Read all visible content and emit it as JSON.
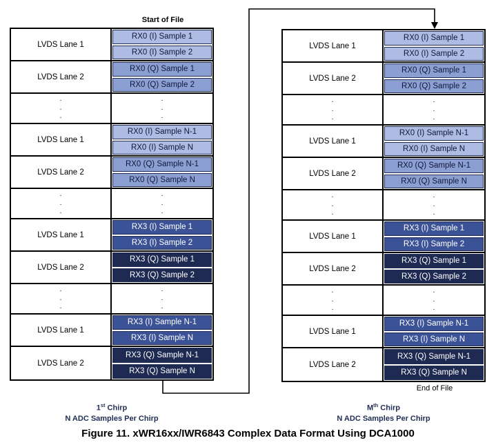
{
  "figure": {
    "caption": "Figure 11. xWR16xx/IWR6843 Complex Data Format Using DCA1000"
  },
  "labels": {
    "start_of_file": "Start of File",
    "end_of_file": "End of File",
    "dots": ".\n.\n."
  },
  "left_footer": {
    "chirp_base": "1",
    "chirp_sup": "st",
    "chirp_rest": " Chirp",
    "line2": "N ADC Samples Per Chirp"
  },
  "right_footer": {
    "chirp_base": "M",
    "chirp_sup": "th",
    "chirp_rest": " Chirp",
    "line2": "N ADC Samples Per Chirp"
  },
  "rows": [
    {
      "type": "lane",
      "lane": "LVDS Lane 1",
      "samples": [
        "RX0 (I) Sample 1",
        "RX0 (I) Sample 2"
      ]
    },
    {
      "type": "lane",
      "lane": "LVDS Lane 2",
      "samples": [
        "RX0 (Q) Sample 1",
        "RX0 (Q) Sample 2"
      ]
    },
    {
      "type": "dots"
    },
    {
      "type": "lane",
      "lane": "LVDS Lane 1",
      "samples": [
        "RX0 (I) Sample N-1",
        "RX0 (I) Sample N"
      ]
    },
    {
      "type": "lane",
      "lane": "LVDS Lane 2",
      "samples": [
        "RX0 (Q) Sample N-1",
        "RX0 (Q) Sample N"
      ]
    },
    {
      "type": "dots"
    },
    {
      "type": "lane",
      "lane": "LVDS Lane 1",
      "samples": [
        "RX3 (I) Sample 1",
        "RX3 (I) Sample 2"
      ]
    },
    {
      "type": "lane",
      "lane": "LVDS Lane 2",
      "samples": [
        "RX3 (Q) Sample 1",
        "RX3 (Q) Sample 2"
      ]
    },
    {
      "type": "dots"
    },
    {
      "type": "lane",
      "lane": "LVDS Lane 1",
      "samples": [
        "RX3 (I) Sample N-1",
        "RX3 (I) Sample N"
      ]
    },
    {
      "type": "lane",
      "lane": "LVDS Lane 2",
      "samples": [
        "RX3 (Q) Sample N-1",
        "RX3 (Q) Sample N"
      ]
    }
  ],
  "colors": {
    "rx0_i": "#aebce4",
    "rx0_q": "#8c9fd2",
    "rx3_i": "#3b5296",
    "rx3_q": "#1e2a52",
    "cell_border": "#222d55",
    "rx_light_text": "#10183c",
    "label_navy": "#1f2d54",
    "arrow": "#000000"
  }
}
